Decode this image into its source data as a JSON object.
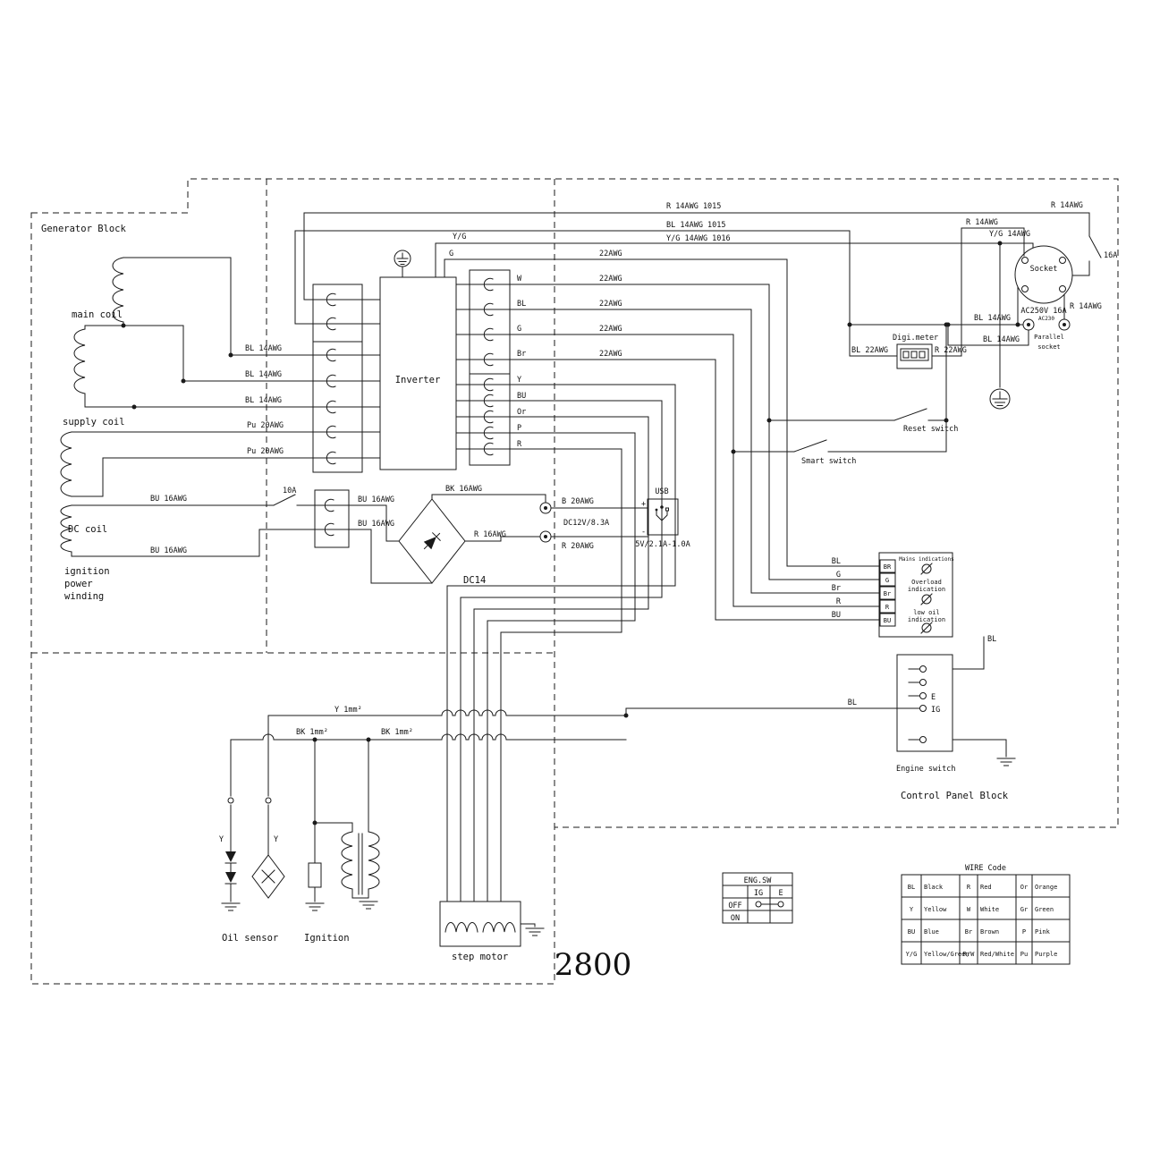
{
  "title": "2800",
  "blocks": {
    "generator": "Generator Block",
    "control_panel": "Control Panel Block"
  },
  "coil_labels": {
    "main": "main coil",
    "supply": "supply coil",
    "dc": "DC coil",
    "ign1": "ignition",
    "ign2": "power",
    "ign3": "winding"
  },
  "inverter_label": "Inverter",
  "buses": {
    "r": "R 14AWG 1015",
    "bl": "BL 14AWG 1015",
    "yg": "Y/G 14AWG 1016",
    "r_right": "R 14AWG",
    "yg_tag": "Y/G",
    "g_tag": "G"
  },
  "awg22": [
    "22AWG",
    "22AWG",
    "22AWG",
    "22AWG",
    "22AWG"
  ],
  "phases_upper": [
    "W",
    "BL",
    "G",
    "Br"
  ],
  "phases_lower": [
    "Y",
    "BU",
    "Or",
    "P",
    "R"
  ],
  "left_wires": [
    "BL 14AWG",
    "BL 14AWG",
    "BL 14AWG",
    "Pu 20AWG",
    "Pu 20AWG"
  ],
  "dc_section": {
    "fuse": "10A",
    "bu1": "BU 16AWG",
    "bu2": "BU 16AWG",
    "bu3": "BU 16AWG",
    "bu4": "BU 16AWG",
    "bk": "BK 16AWG",
    "r16": "R 16AWG",
    "bridge": "DC14",
    "b20": "B 20AWG",
    "r20": "R 20AWG",
    "dc12": "DC12V/8.3A",
    "usb": "USB",
    "usb_out": "5V/2.1A-1.0A",
    "plus": "+",
    "minus": "-"
  },
  "socket_area": {
    "socket": "Socket",
    "rating": "AC250V 16A",
    "breaker": "16A",
    "ac230": "AC230",
    "parallel1": "Parallel",
    "parallel2": "socket",
    "r_a": "R 14AWG",
    "r_b": "R 14AWG",
    "yg": "Y/G 14AWG",
    "bl_a": "BL 14AWG",
    "bl_b": "BL 14AWG"
  },
  "meter": {
    "label": "Digi.meter",
    "left": "BL 22AWG",
    "right": "R 22AWG"
  },
  "switches": {
    "reset": "Reset switch",
    "smart": "Smart switch"
  },
  "indicator": {
    "wires": [
      "BL",
      "G",
      "Br",
      "R",
      "BU"
    ],
    "terminals": [
      "BR",
      "G",
      "Br",
      "R",
      "BU"
    ],
    "cap1": "Mains indications",
    "cap2a": "Overload",
    "cap2b": "indication",
    "cap3a": "low oil",
    "cap3b": "indication"
  },
  "engine": {
    "label": "Engine switch",
    "e": "E",
    "ig": "IG",
    "bl_top": "BL",
    "bl_left": "BL"
  },
  "bottom": {
    "y1": "Y 1mm²",
    "bk1": "BK 1mm²",
    "bk2": "BK 1mm²",
    "y_a": "Y",
    "y_b": "Y",
    "oil": "Oil sensor",
    "ignition": "Ignition",
    "step": "step motor"
  },
  "engsw": {
    "title": "ENG.SW",
    "ig": "IG",
    "e": "E",
    "off": "OFF",
    "on": "ON"
  },
  "wire_code": {
    "title": "WIRE Code",
    "rows": [
      [
        "BL",
        "Black",
        "R",
        "Red",
        "Or",
        "Orange"
      ],
      [
        "Y",
        "Yellow",
        "W",
        "White",
        "Gr",
        "Green"
      ],
      [
        "BU",
        "Blue",
        "Br",
        "Brown",
        "P",
        "Pink"
      ],
      [
        "Y/G",
        "Yellow/Green",
        "R/W",
        "Red/White",
        "Pu",
        "Purple"
      ]
    ]
  }
}
